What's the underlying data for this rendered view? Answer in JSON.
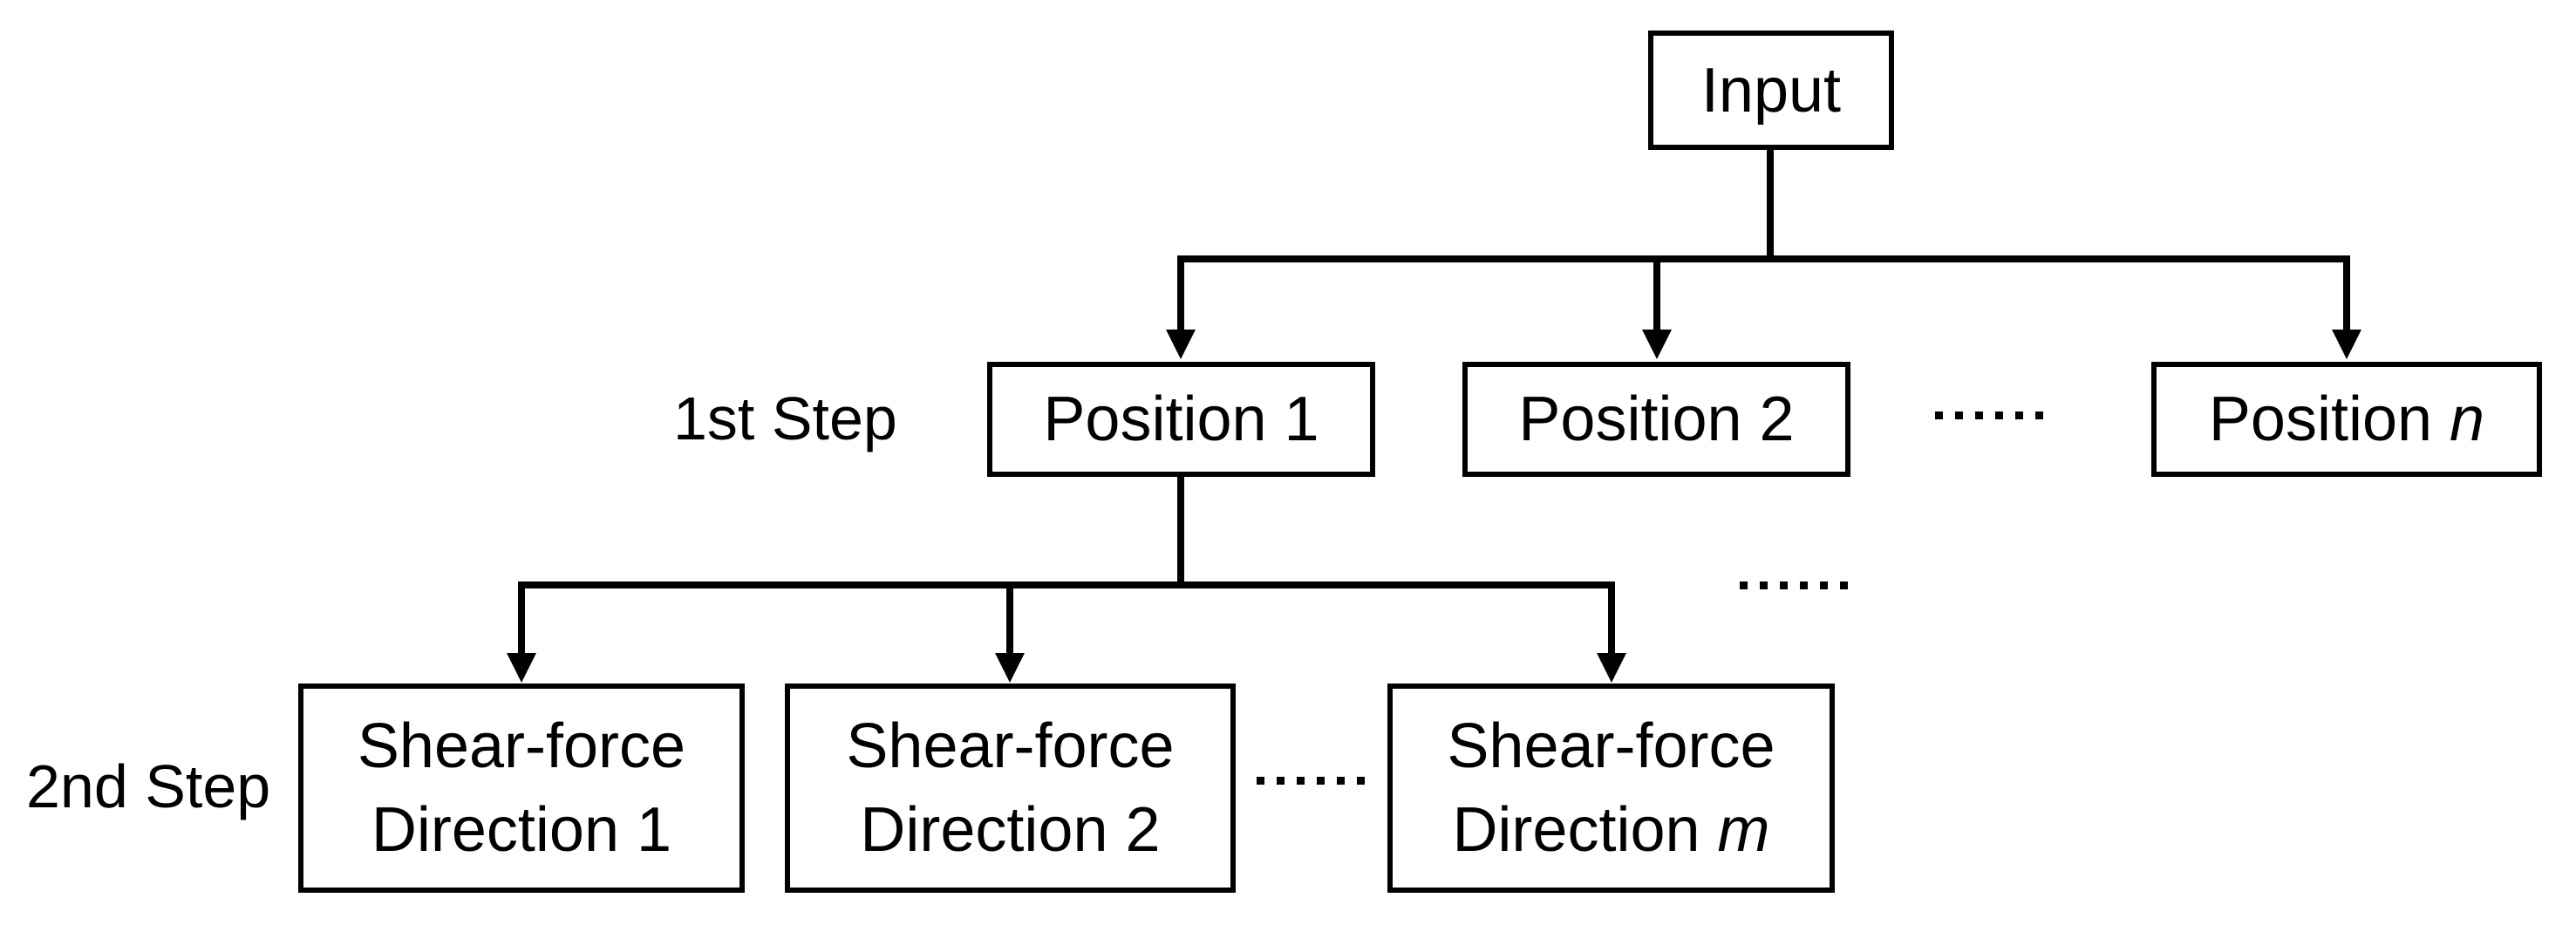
{
  "diagram": {
    "background_color": "#ffffff",
    "line_color": "#000000",
    "root": {
      "label": "Input"
    },
    "ellipsis": {
      "text": "……",
      "dot_count": 6
    },
    "step1": {
      "row_label": "1st Step",
      "nodes": [
        {
          "prefix": "Position ",
          "var": "1",
          "var_italic": false
        },
        {
          "prefix": "Position ",
          "var": "2",
          "var_italic": false
        },
        {
          "prefix": "Position ",
          "var": "n",
          "var_italic": true
        }
      ]
    },
    "step2": {
      "row_label": "2nd Step",
      "nodes": [
        {
          "line1": "Shear-force",
          "line2_prefix": "Direction ",
          "line2_var": "1",
          "var_italic": false
        },
        {
          "line1": "Shear-force",
          "line2_prefix": "Direction ",
          "line2_var": "2",
          "var_italic": false
        },
        {
          "line1": "Shear-force",
          "line2_prefix": "Direction ",
          "line2_var": "m",
          "var_italic": true
        }
      ]
    }
  }
}
